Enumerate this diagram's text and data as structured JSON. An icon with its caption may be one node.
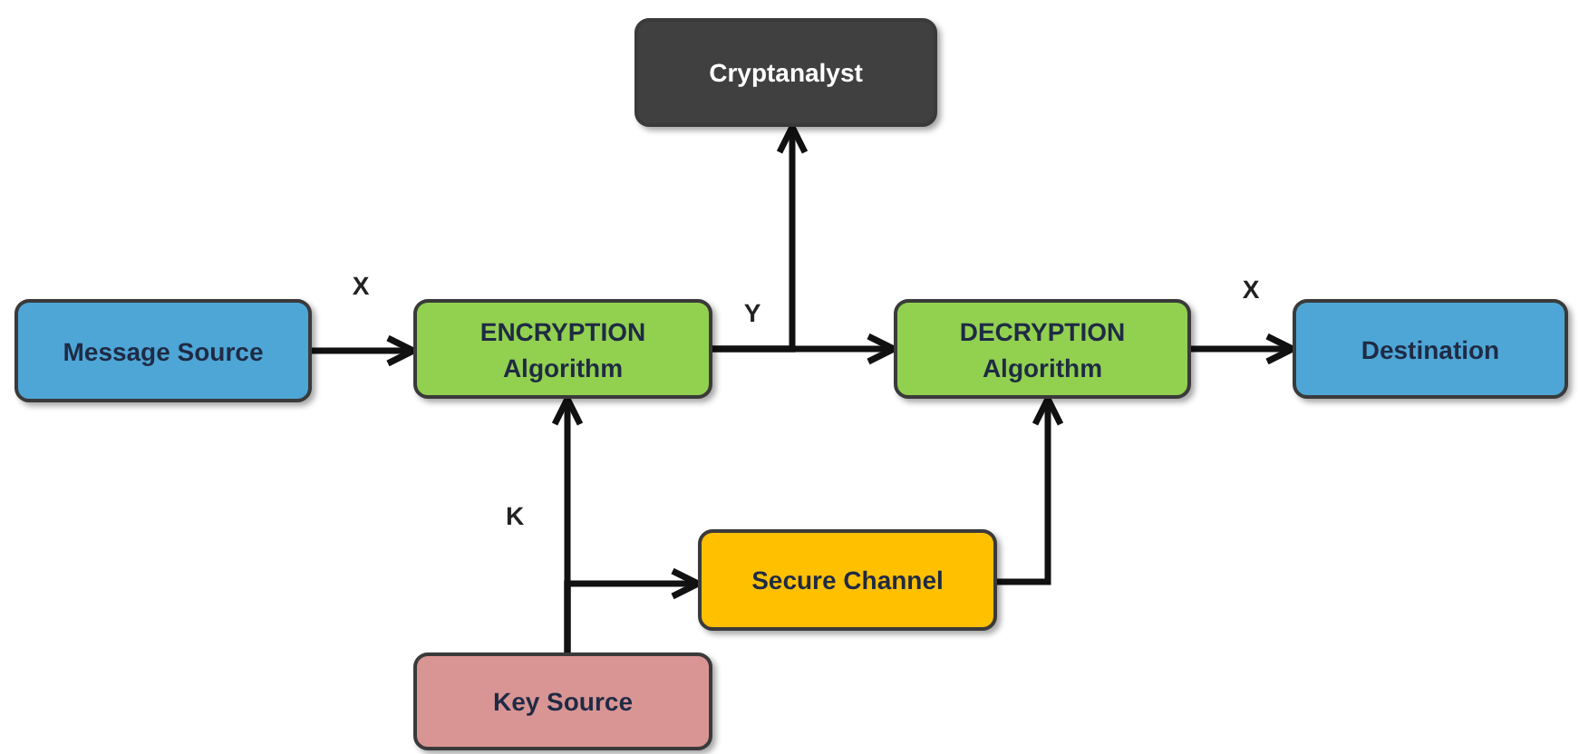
{
  "diagram": {
    "nodes": [
      {
        "text": [
          "Message Source"
        ]
      },
      {
        "text": [
          "ENCRYPTION Algorithm"
        ]
      },
      {
        "text": [
          "Cryptanalyst"
        ]
      },
      {
        "text": [
          "DECRYPTION Algorithm"
        ]
      },
      {
        "text": [
          "Destination"
        ]
      },
      {
        "text": [
          "Secure Channel"
        ]
      },
      {
        "text": [
          "Key Source"
        ]
      }
    ],
    "edges": [
      {
        "from": 0,
        "to": 1,
        "arrow": "to",
        "label": "X"
      },
      {
        "from": 1,
        "to": 3,
        "arrow": "to",
        "label": "Y"
      },
      {
        "from": 1,
        "to": 2,
        "arrow": "to"
      },
      {
        "from": 3,
        "to": 4,
        "arrow": "to",
        "label": "X"
      },
      {
        "from": 6,
        "to": 1,
        "arrow": "to",
        "label": "K"
      },
      {
        "from": 6,
        "to": 5,
        "arrow": "to"
      },
      {
        "from": 5,
        "to": 3,
        "arrow": "to"
      }
    ]
  }
}
